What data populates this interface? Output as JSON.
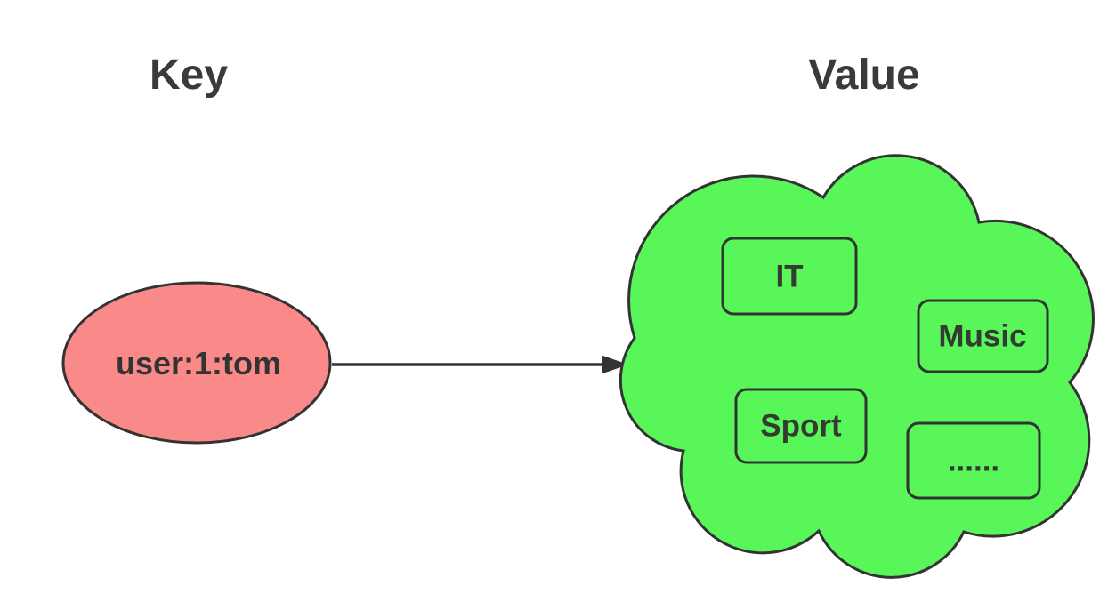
{
  "diagram": {
    "headings": {
      "key": "Key",
      "value": "Value"
    },
    "key_node": {
      "label": "user:1:tom",
      "shape": "ellipse",
      "fill": "#FA8A8A",
      "stroke": "#333333"
    },
    "arrow": {
      "from": "key_node",
      "to": "value_cloud",
      "color": "#333333"
    },
    "value_cloud": {
      "shape": "cloud",
      "fill": "#59F659",
      "stroke": "#333333",
      "items": [
        {
          "label": "IT"
        },
        {
          "label": "Music"
        },
        {
          "label": "Sport"
        },
        {
          "label": "......"
        }
      ]
    },
    "text_color": "#3a3a3a",
    "background": "#FFFFFF"
  }
}
